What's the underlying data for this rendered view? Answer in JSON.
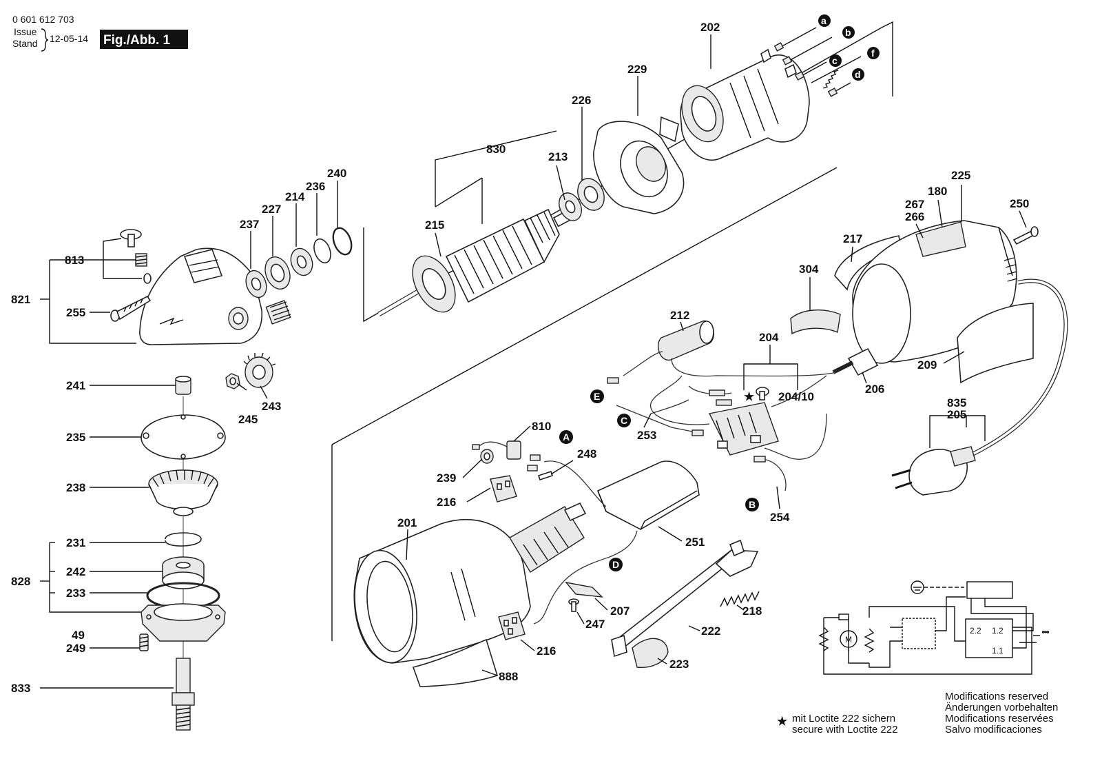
{
  "header": {
    "part_number": "0 601 612 703",
    "issue_label": "Issue",
    "stand_label": "Stand",
    "issue_date": "12-05-14",
    "figure_label": "Fig./Abb. 1"
  },
  "labels": {
    "l202": "202",
    "l229": "229",
    "l226": "226",
    "l830": "830",
    "l213": "213",
    "l215": "215",
    "l240": "240",
    "l236": "236",
    "l214": "214",
    "l227": "227",
    "l237": "237",
    "l813": "813",
    "l821": "821",
    "l255": "255",
    "l241": "241",
    "l245": "245",
    "l243": "243",
    "l235": "235",
    "l238": "238",
    "l231": "231",
    "l242": "242",
    "l828": "828",
    "l233": "233",
    "l49": "49",
    "l249": "249",
    "l833": "833",
    "l225": "225",
    "l180": "180",
    "l267": "267",
    "l266": "266",
    "l250": "250",
    "l217": "217",
    "l304": "304",
    "l212": "212",
    "l204": "204",
    "l20410": "204/10",
    "l206": "206",
    "l209": "209",
    "l835": "835",
    "l205": "205",
    "l253": "253",
    "l810": "810",
    "l248": "248",
    "l239": "239",
    "l216a": "216",
    "l201": "201",
    "l251": "251",
    "l254": "254",
    "l207": "207",
    "l218": "218",
    "l247": "247",
    "l222": "222",
    "l216b": "216",
    "l223": "223",
    "l888": "888"
  },
  "callouts": {
    "a": "a",
    "b": "b",
    "c": "c",
    "f": "f",
    "d": "d",
    "A": "A",
    "B": "B",
    "C": "C",
    "D": "D",
    "E": "E"
  },
  "schematic": {
    "s22": "2.2",
    "s12": "1.2",
    "s11": "1.1",
    "motor": "M"
  },
  "footer": {
    "star": "★",
    "loctite_de": "mit Loctite 222 sichern",
    "loctite_en": "secure with Loctite 222",
    "mod_en": "Modifications reserved",
    "mod_de": "Änderungen vorbehalten",
    "mod_fr": "Modifications reservées",
    "mod_es": "Salvo modificaciones"
  }
}
